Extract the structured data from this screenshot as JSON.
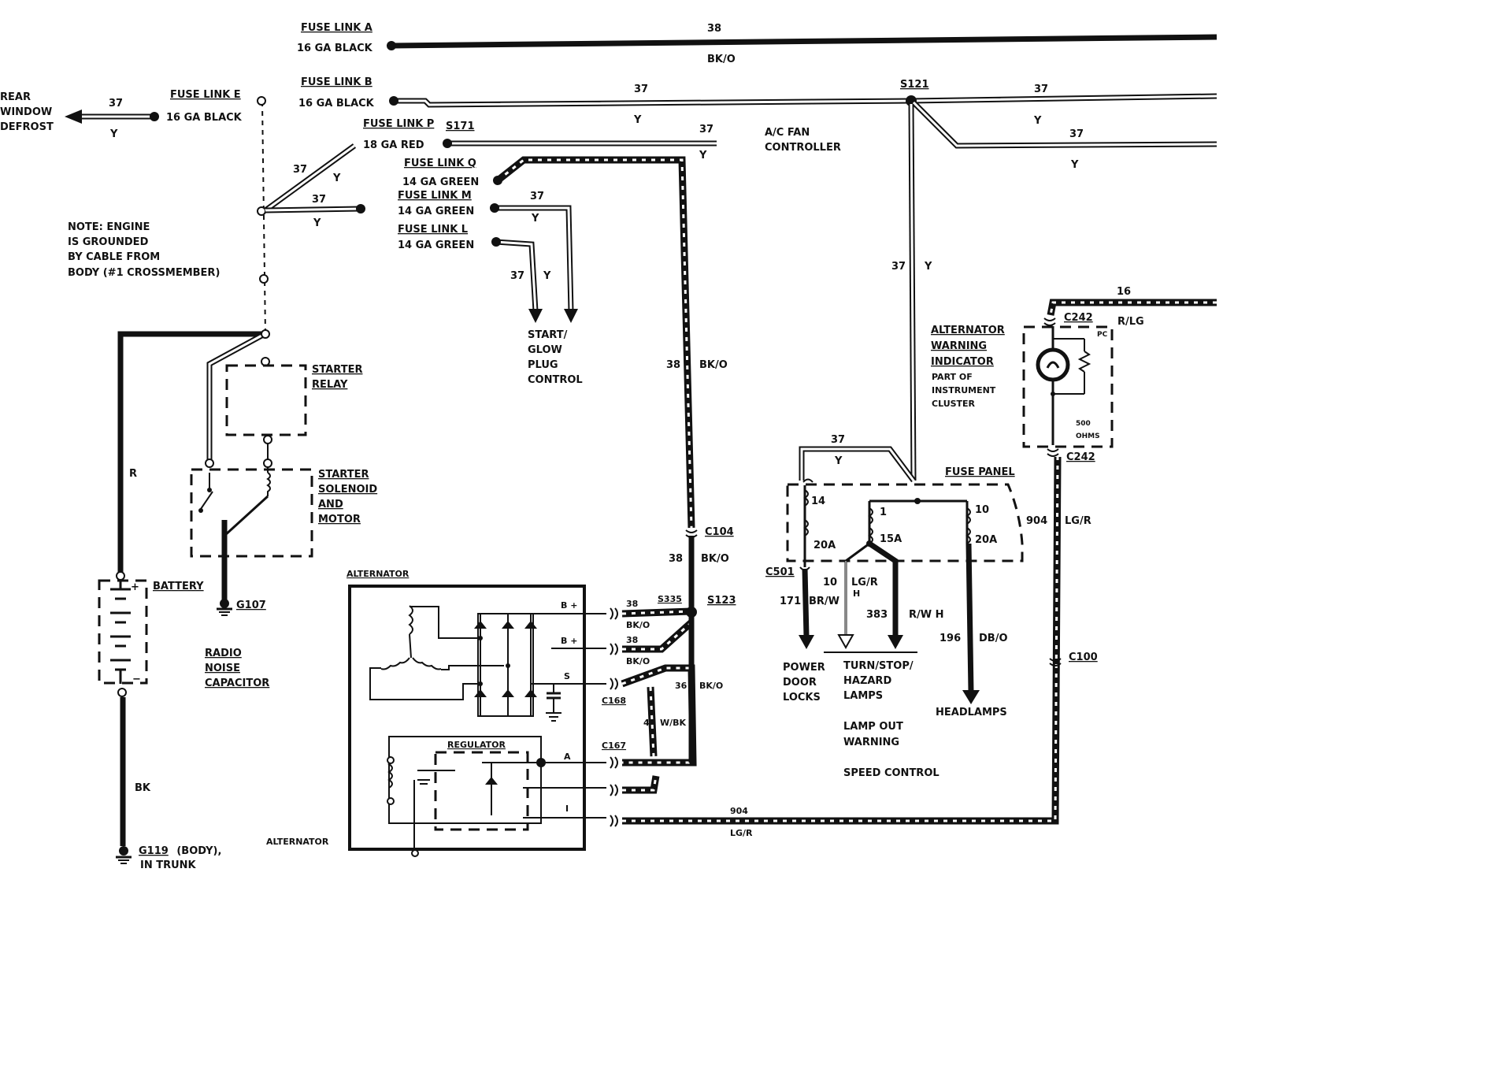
{
  "labels": {
    "fuse_link_a": "FUSE LINK A",
    "fuse_link_a_gauge": "16 GA BLACK",
    "fuse_link_a_circuit": "38",
    "fuse_link_a_color": "BK/O",
    "fuse_link_b": "FUSE LINK B",
    "fuse_link_b_gauge": "16 GA BLACK",
    "fuse_link_e": "FUSE LINK E",
    "fuse_link_e_gauge": "16 GA BLACK",
    "fuse_link_p": "FUSE LINK P",
    "fuse_link_p_gauge": "18 GA RED",
    "fuse_link_q": "FUSE LINK Q",
    "fuse_link_q_gauge": "14 GA GREEN",
    "fuse_link_m": "FUSE LINK M",
    "fuse_link_m_gauge": "14 GA GREEN",
    "fuse_link_l": "FUSE LINK L",
    "fuse_link_l_gauge": "14 GA GREEN",
    "rear_window_defrost": [
      "REAR",
      "WINDOW",
      "DEFROST"
    ],
    "note_engine": [
      "NOTE: ENGINE",
      "IS GROUNDED",
      "BY CABLE FROM",
      "BODY (#1 CROSSMEMBER)"
    ],
    "start_glow_plug": [
      "START/",
      "GLOW",
      "PLUG",
      "CONTROL"
    ],
    "ac_fan_controller": [
      "A/C FAN",
      "CONTROLLER"
    ],
    "starter_relay": [
      "STARTER",
      "RELAY"
    ],
    "starter_solenoid": [
      "STARTER",
      "SOLENOID",
      "AND",
      "MOTOR"
    ],
    "battery": "BATTERY",
    "g107": "G107",
    "radio_noise_capacitor": [
      "RADIO",
      "NOISE",
      "CAPACITOR"
    ],
    "g119": "G119",
    "g119_suffix": "(BODY),",
    "in_trunk": "IN TRUNK",
    "alternator_top": "ALTERNATOR",
    "alternator_bottom": "ALTERNATOR",
    "regulator": "REGULATOR",
    "alternator_warning": [
      "ALTERNATOR",
      "WARNING",
      "INDICATOR"
    ],
    "part_of_cluster": [
      "PART OF",
      "INSTRUMENT",
      "CLUSTER"
    ],
    "ohms_value": "500",
    "ohms_unit": "OHMS",
    "pc": "PC",
    "fuse_panel": "FUSE PANEL",
    "power_door_locks": [
      "POWER",
      "DOOR",
      "LOCKS"
    ],
    "turn_stop_hazard": [
      "TURN/STOP/",
      "HAZARD",
      "LAMPS"
    ],
    "lamp_out_warning": [
      "LAMP OUT",
      "WARNING"
    ],
    "speed_control": "SPEED CONTROL",
    "headlamps": "HEADLAMPS"
  },
  "splices": {
    "s121": "S121",
    "s171": "S171",
    "s335": "S335",
    "s123": "S123"
  },
  "connectors": {
    "c104": "C104",
    "c501": "C501",
    "c242_top": "C242",
    "c242_bottom": "C242",
    "c100": "C100",
    "c168": "C168",
    "c167": "C167"
  },
  "terminals": {
    "b_plus_1": "B +",
    "b_plus_2": "B +",
    "s": "S",
    "a": "A",
    "i": "I",
    "battery_pos": "+",
    "battery_neg": "−"
  },
  "fuses": {
    "f14_num": "14",
    "f14_amp": "20A",
    "f1_num": "1",
    "f1_amp": "15A",
    "f10_num": "10",
    "f10_amp": "20A"
  },
  "wires": {
    "w_37_b": "37",
    "w_37_b_color": "Y",
    "w_37_right": "37",
    "w_37_right_color": "Y",
    "w_37_right2": "37",
    "w_37_right2_color": "Y",
    "w_37_defrost": "37",
    "w_37_defrost_color": "Y",
    "w_37_p": "37",
    "w_37_p_color": "Y",
    "w_37_e1": "37",
    "w_37_e1_color": "Y",
    "w_37_e2": "37",
    "w_37_e2_color": "Y",
    "w_37_m": "37",
    "w_37_m_color": "Y",
    "w_37_l": "37",
    "w_37_l_color": "Y",
    "w_37_vert": "37",
    "w_37_vert_color": "Y",
    "w_37_panel": "37",
    "w_37_panel_color": "Y",
    "w_38_mid": "38",
    "w_38_mid_color": "BK/O",
    "w_38_c104": "38",
    "w_38_c104_color": "BK/O",
    "w_38_b1": "38",
    "w_38_b1_color": "BK/O",
    "w_38_b2": "38",
    "w_38_b2_color": "BK/O",
    "w_36": "36",
    "w_36_color": "BK/O",
    "w_4": "4",
    "w_4_color": "W/BK",
    "w_904_bottom": "904",
    "w_904_bottom_color": "LG/R",
    "w_904_right": "904",
    "w_904_right_color": "LG/R",
    "w_16": "16",
    "w_16_color": "R/LG",
    "w_r": "R",
    "w_bk": "BK",
    "w_171": "171",
    "w_171_color": "BR/W",
    "w_10": "10",
    "w_10_color": "LG/R",
    "w_10_h": "H",
    "w_383": "383",
    "w_383_color": "R/W H",
    "w_196": "196",
    "w_196_color": "DB/O"
  }
}
